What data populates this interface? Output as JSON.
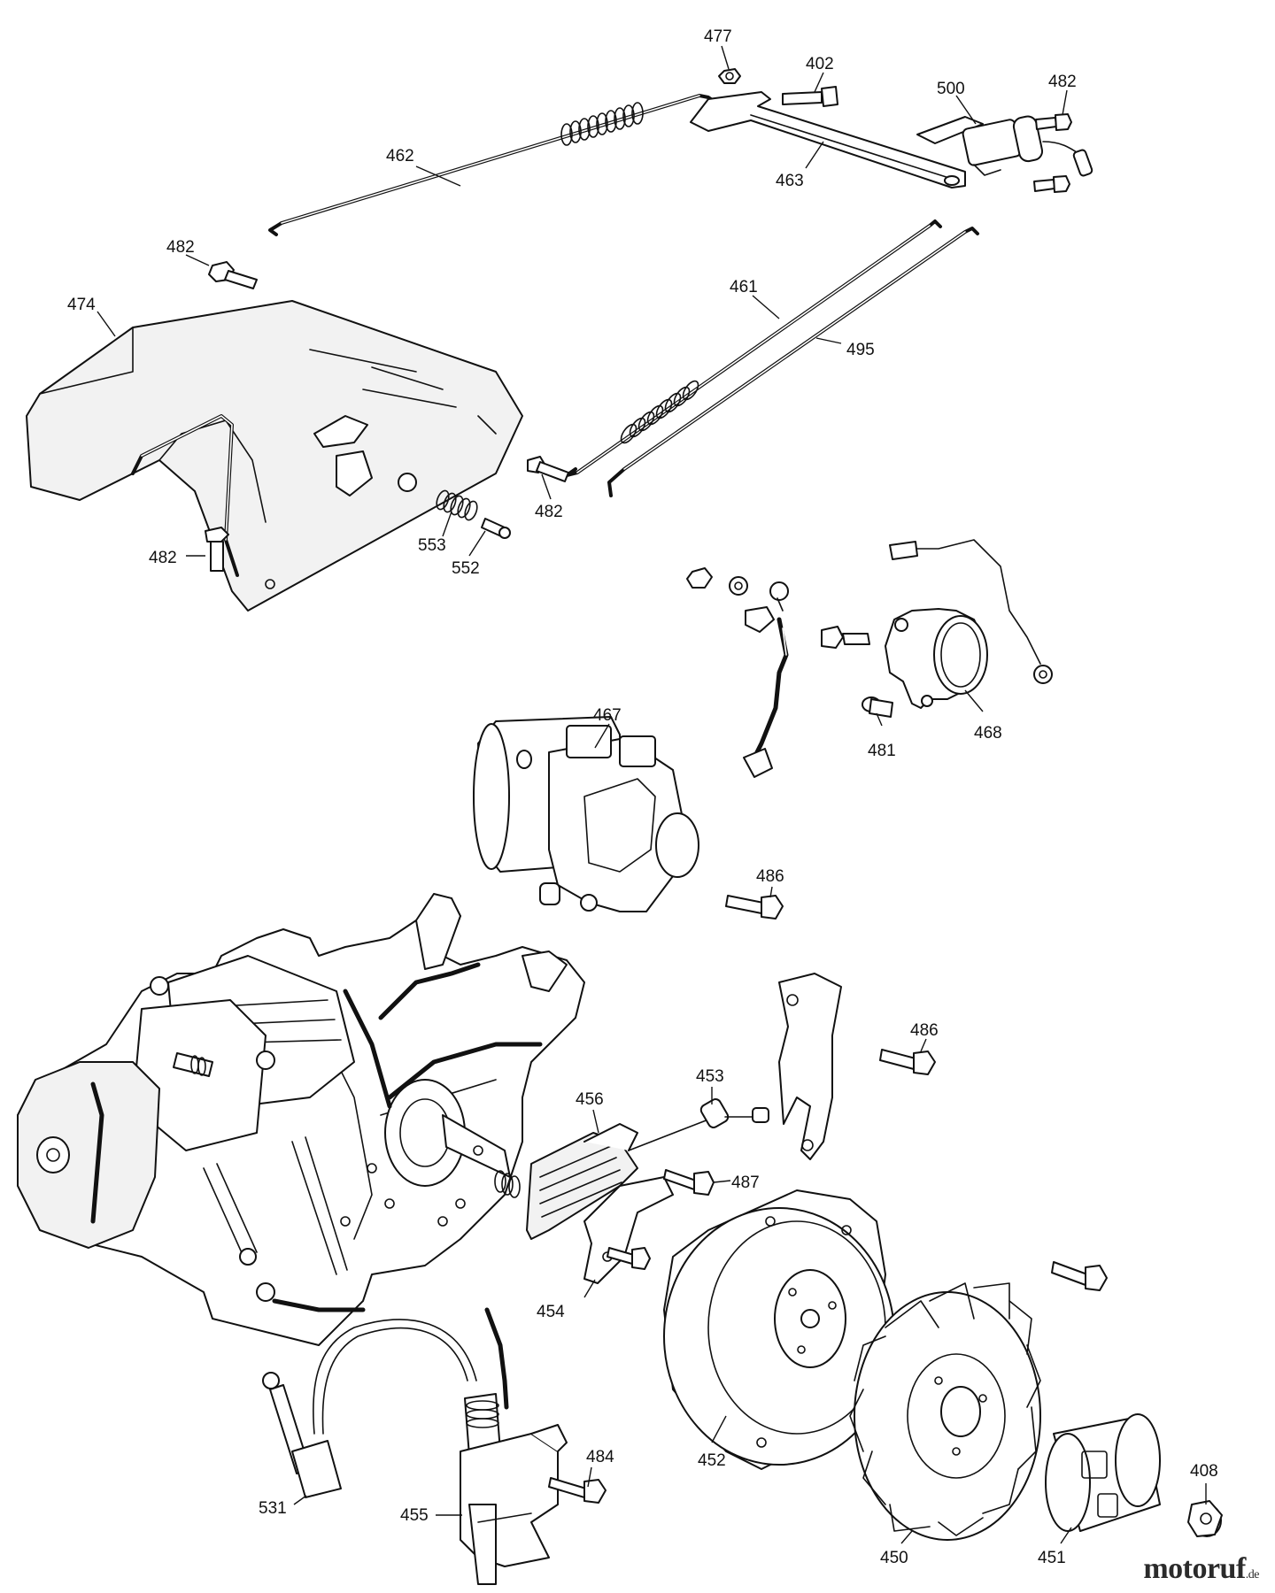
{
  "callouts": {
    "c402": "402",
    "c408": "408",
    "c450": "450",
    "c451": "451",
    "c452": "452",
    "c453": "453",
    "c454": "454",
    "c455": "455",
    "c456": "456",
    "c461": "461",
    "c462": "462",
    "c463": "463",
    "c467": "467",
    "c468": "468",
    "c474": "474",
    "c477": "477",
    "c481": "481",
    "c482a": "482",
    "c482b": "482",
    "c482c": "482",
    "c482d": "482",
    "c484": "484",
    "c486a": "486",
    "c486b": "486",
    "c487": "487",
    "c495": "495",
    "c500": "500",
    "c531": "531",
    "c552": "552",
    "c553": "553"
  },
  "watermark": {
    "text": "motoruf",
    "suffix": ".de"
  }
}
